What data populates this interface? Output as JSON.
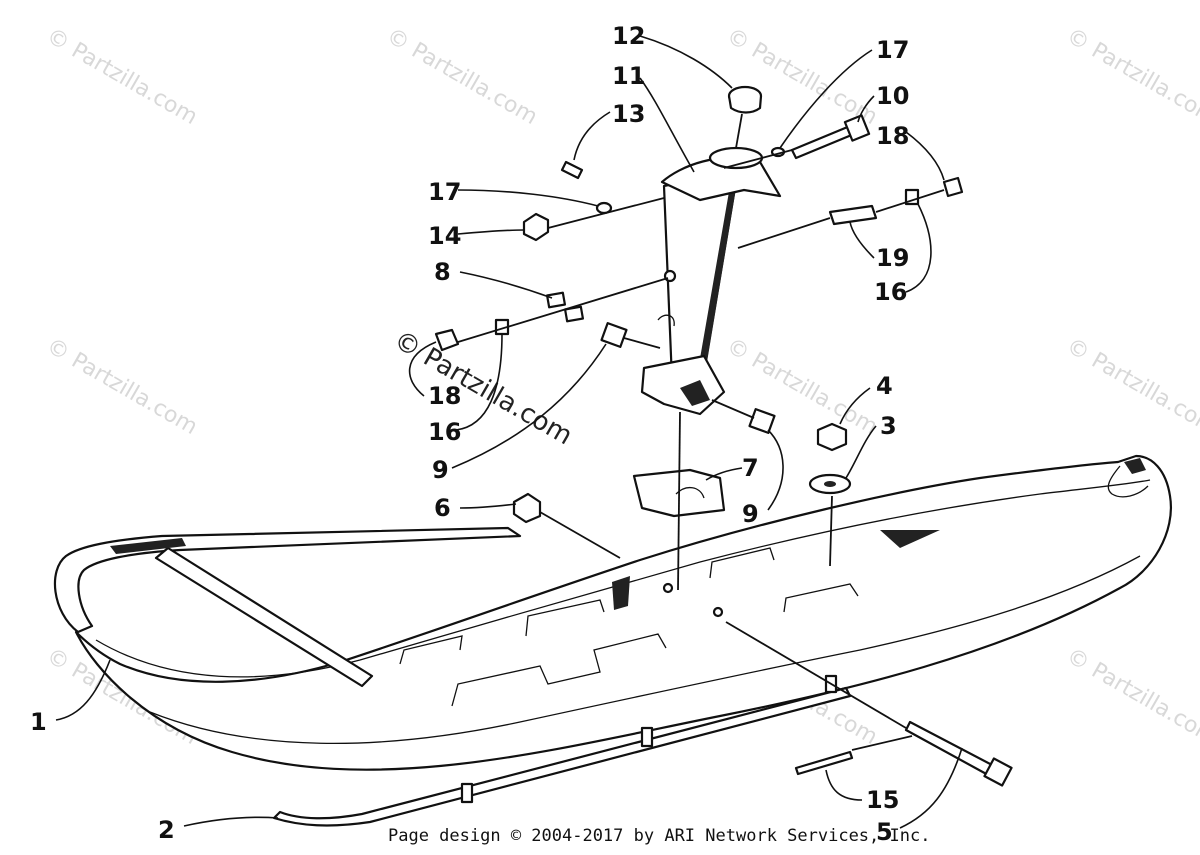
{
  "watermark_text": "© Partzilla.com",
  "footer_text": "Page design © 2004-2017 by ARI Network Services, Inc.",
  "callouts": [
    {
      "id": "c1",
      "label": "1"
    },
    {
      "id": "c2",
      "label": "2"
    },
    {
      "id": "c3",
      "label": "3"
    },
    {
      "id": "c4",
      "label": "4"
    },
    {
      "id": "c5",
      "label": "5"
    },
    {
      "id": "c6",
      "label": "6"
    },
    {
      "id": "c7",
      "label": "7"
    },
    {
      "id": "c8",
      "label": "8"
    },
    {
      "id": "c9a",
      "label": "9"
    },
    {
      "id": "c9b",
      "label": "9"
    },
    {
      "id": "c10",
      "label": "10"
    },
    {
      "id": "c11",
      "label": "11"
    },
    {
      "id": "c12",
      "label": "12"
    },
    {
      "id": "c13",
      "label": "13"
    },
    {
      "id": "c14",
      "label": "14"
    },
    {
      "id": "c15",
      "label": "15"
    },
    {
      "id": "c16a",
      "label": "16"
    },
    {
      "id": "c16b",
      "label": "16"
    },
    {
      "id": "c17a",
      "label": "17"
    },
    {
      "id": "c17b",
      "label": "17"
    },
    {
      "id": "c18a",
      "label": "18"
    },
    {
      "id": "c18b",
      "label": "18"
    },
    {
      "id": "c19",
      "label": "19"
    }
  ]
}
